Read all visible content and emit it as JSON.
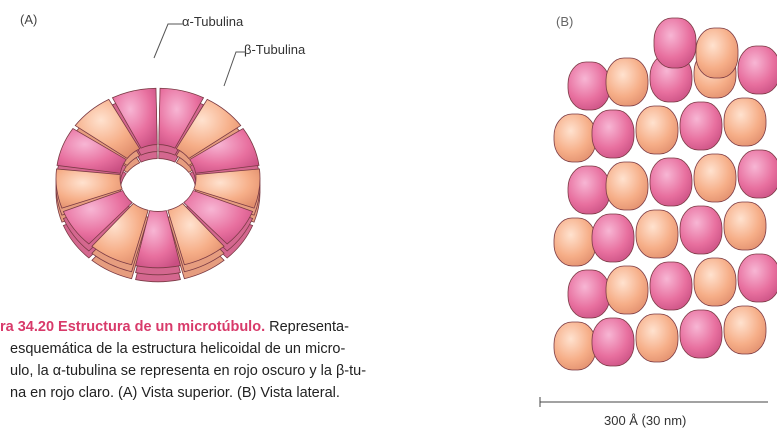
{
  "panel_a": {
    "label": "(A)"
  },
  "panel_b": {
    "label": "(B)"
  },
  "labels": {
    "alpha": "α-Tubulina",
    "beta": "β-Tubulina"
  },
  "caption": {
    "title": "ra 34.20 Estructura de un microtúbulo.",
    "line1_rest": " Representa-",
    "line2": "esquemática de la estructura helicoidal de un micro-",
    "line3": "ulo, la α-tubulina se representa en rojo oscuro y la β-tu-",
    "line4": "na en rojo claro. (A) Vista superior. (B) Vista lateral."
  },
  "scale_bar": {
    "label": "300 Å (30 nm)"
  },
  "colors": {
    "alpha": "#e66ea8",
    "beta": "#f6b08e",
    "outline": "#7a3a44",
    "title": "#d83a6a"
  }
}
